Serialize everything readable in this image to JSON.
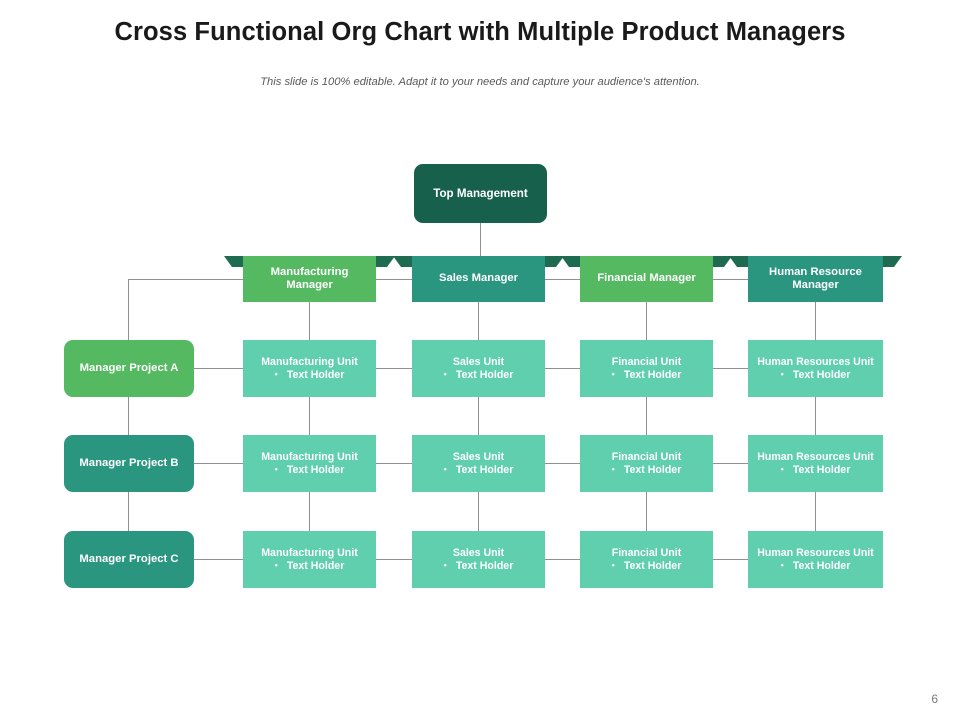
{
  "header": {
    "title": "Cross Functional Org Chart with Multiple Product Managers",
    "subtitle": "This slide is 100% editable. Adapt it to your needs and capture your audience's attention.",
    "page_number": "6"
  },
  "colors": {
    "dark_green": "#17604b",
    "ribbon_tail": "#1e6b52",
    "green": "#55b961",
    "teal": "#2a9680",
    "mint": "#5fcfae",
    "connector": "#8d9193",
    "title_text": "#1a1a1a",
    "subtitle_text": "#5a5a5a"
  },
  "chart_data": {
    "type": "diagram",
    "diagram_kind": "organization-chart",
    "root": {
      "label": "Top Management",
      "color": "#17604b"
    },
    "managers": [
      {
        "label": "Manufacturing Manager",
        "color": "#55b961"
      },
      {
        "label": "Sales Manager",
        "color": "#2a9680"
      },
      {
        "label": "Financial Manager",
        "color": "#55b961"
      },
      {
        "label": "Human Resource Manager",
        "color": "#2a9680"
      }
    ],
    "project_managers": [
      {
        "label": "Manager Project A",
        "color": "#55b961"
      },
      {
        "label": "Manager Project B",
        "color": "#2a9680"
      },
      {
        "label": "Manager Project C",
        "color": "#2a9680"
      }
    ],
    "unit_bullet": "•",
    "unit_rows": [
      [
        {
          "header": "Manufacturing Unit",
          "item": "Text Holder"
        },
        {
          "header": "Sales Unit",
          "item": "Text Holder"
        },
        {
          "header": "Financial Unit",
          "item": "Text Holder"
        },
        {
          "header": "Human Resources Unit",
          "item": "Text Holder"
        }
      ],
      [
        {
          "header": "Manufacturing Unit",
          "item": "Text Holder"
        },
        {
          "header": "Sales Unit",
          "item": "Text Holder"
        },
        {
          "header": "Financial Unit",
          "item": "Text Holder"
        },
        {
          "header": "Human Resources Unit",
          "item": "Text Holder"
        }
      ],
      [
        {
          "header": "Manufacturing Unit",
          "item": "Text Holder"
        },
        {
          "header": "Sales Unit",
          "item": "Text Holder"
        },
        {
          "header": "Financial Unit",
          "item": "Text Holder"
        },
        {
          "header": "Human Resources Unit",
          "item": "Text Holder"
        }
      ]
    ]
  }
}
